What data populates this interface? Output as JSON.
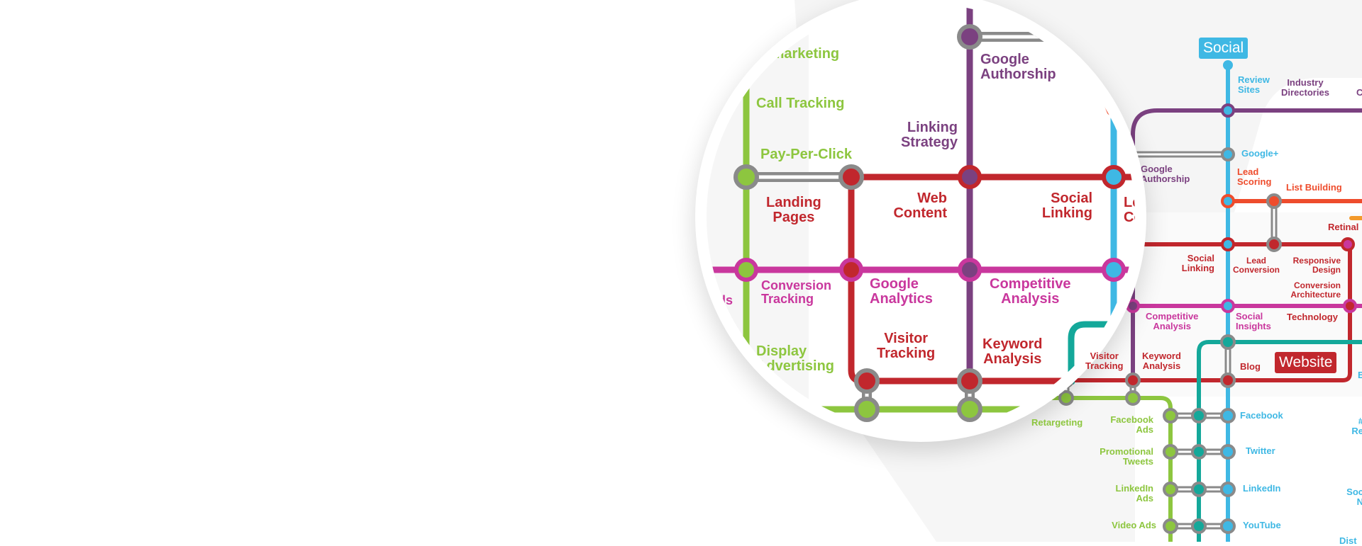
{
  "badges": {
    "social": "Social",
    "website": "Website"
  },
  "colors": {
    "green": "#8dc63f",
    "purple": "#7b4180",
    "red": "#c1272d",
    "magenta": "#c9379d",
    "blue": "#3fb8e4",
    "orange": "#ee4c2c",
    "teal": "#14a89a",
    "gray": "#8a8a8a"
  },
  "outer_labels": [
    "Review\nSites",
    "Industry\nDirectories",
    "C",
    "Google+",
    "Google\nAuthorship",
    "Lead\nScoring",
    "List Building",
    "Retinal",
    "Social\nLinking",
    "Lead\nConversion",
    "Responsive\nDesign",
    "Conversion\nArchitecture",
    "Competitive\nAnalysis",
    "Social\nInsights",
    "Technology",
    "Keyword\nAnalysis",
    "Blog",
    "Facebook",
    "Twitter",
    "LinkedIn",
    "YouTube",
    "Retargeting",
    "Facebook\nAds",
    "Promotional\nTweets",
    "LinkedIn\nAds",
    "Video Ads",
    "E",
    "#\nRe",
    "Soc\nN",
    "Dist",
    "Visitor\nTracking"
  ],
  "lens_labels": [
    "Remarketing",
    "Call Tracking",
    "Pay-Per-Click",
    "Landing\nPages",
    "Web\nContent",
    "Social\nLinking",
    "Le\nCo",
    "Google\nAuthorship",
    "Linking\nStrategy",
    "Conversion\nTracking",
    "Google\nAnalytics",
    "Competitive\nAnalysis",
    "ds",
    "Visitor\nTracking",
    "Keyword\nAnalysis",
    "Display\nAdvertising"
  ]
}
